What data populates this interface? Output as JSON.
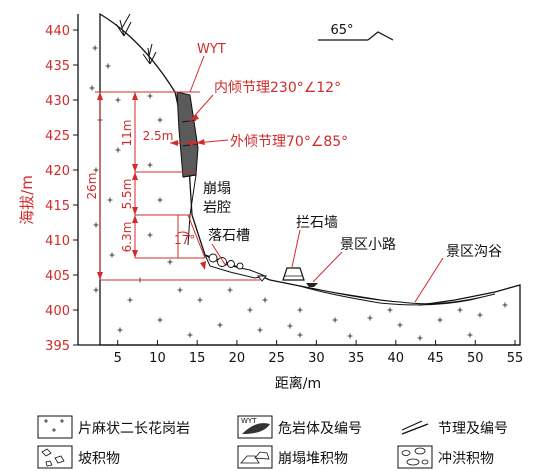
{
  "colors": {
    "annotation": "#d22b2b",
    "ink": "#111111",
    "rock_fill": "#5a5a5a"
  },
  "axes": {
    "x_label": "距离/m",
    "y_label": "海拔/m",
    "x_ticks": [
      "5",
      "10",
      "15",
      "20",
      "25",
      "30",
      "35",
      "40",
      "45",
      "50",
      "55"
    ],
    "y_ticks": [
      "440",
      "435",
      "430",
      "425",
      "420",
      "415",
      "410",
      "405",
      "400",
      "395"
    ]
  },
  "annotations": {
    "strike": "65°",
    "rock_id": "WYT",
    "inward_joint": "内倾节理230°∠12°",
    "outward_joint": "外倾节理70°∠85°",
    "collapse_cavity_line1": "崩塌",
    "collapse_cavity_line2": "岩腔",
    "rockfall_trench": "落石槽",
    "retaining_wall": "拦石墙",
    "scenic_path": "景区小路",
    "scenic_gully": "景区沟谷",
    "slope_angle": "17°"
  },
  "dimensions": {
    "total": "26m",
    "d11": "11m",
    "d2_5": "2.5m",
    "d5_5": "5.5m",
    "d6_3": "6.3m"
  },
  "legend": [
    {
      "icon": "granite-gneiss-icon",
      "label": "片麻状二长花岗岩"
    },
    {
      "icon": "dangerous-rock-icon",
      "icon_text": "WYT",
      "label": "危岩体及编号"
    },
    {
      "icon": "joint-icon",
      "label": "节理及编号"
    },
    {
      "icon": "slope-deposit-icon",
      "label": "坡积物"
    },
    {
      "icon": "collapse-deposit-icon",
      "label": "崩塌堆积物"
    },
    {
      "icon": "alluvial-deposit-icon",
      "label": "冲洪积物"
    }
  ]
}
